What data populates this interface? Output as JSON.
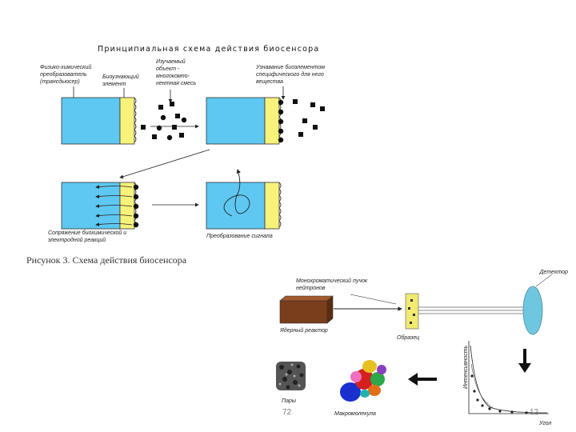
{
  "biosensor": {
    "title": "Принципиальная схема действия биосенсора",
    "labels": {
      "transducer": "Физико-химический преобразователь (трансдьюсер)",
      "bio_element": "Биоузнающий элемент",
      "object": "Изучаемый объект - многокомпо- нентная смесь",
      "recognition": "Узнавание биоэлементом специфического для него вещества",
      "coupling": "Сопряжение биохимической и электродной реакций",
      "signal": "Преобразование сигнала"
    }
  },
  "caption": "Рисунок 3. Схема действия биосенсора",
  "diffraction": {
    "beam": "Монохроматический пучок нейтронов",
    "source": "Ядерный реактор",
    "sample": "Образец",
    "detector": "Детектор",
    "pairs": "Пары",
    "macromolecule": "Макромолекула",
    "y_axis": "Интенсивность",
    "x_axis": "Угол"
  },
  "page_numbers": {
    "left": "72",
    "right": "12"
  },
  "colors": {
    "cell_blue": "#5ec8f2",
    "bio_yellow": "#f8f27a",
    "reactor": "#7a3e1c",
    "detector": "#6fc6df"
  }
}
